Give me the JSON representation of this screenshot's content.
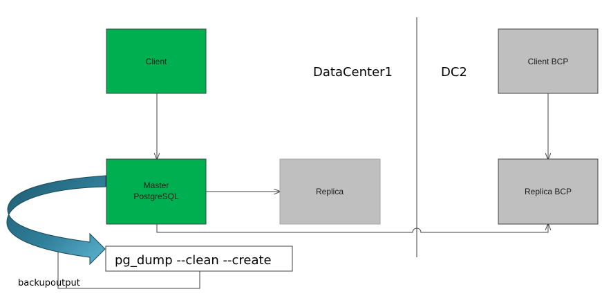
{
  "regions": {
    "dc1_label": "DataCenter1",
    "dc2_label": "DC2"
  },
  "nodes": {
    "client": "Client",
    "master_line1": "Master",
    "master_line2": "PostgreSQL",
    "replica": "Replica",
    "client_bcp": "Client BCP",
    "replica_bcp": "Replica BCP"
  },
  "command": {
    "text": "pg_dump --clean --create"
  },
  "output_label": "backupoutput",
  "colors": {
    "primary_node": "#00b050",
    "secondary_node": "#bfbfbf",
    "border": "#404040",
    "arrow_dark": "#1f5a6e",
    "arrow_light": "#4a9fc0"
  }
}
